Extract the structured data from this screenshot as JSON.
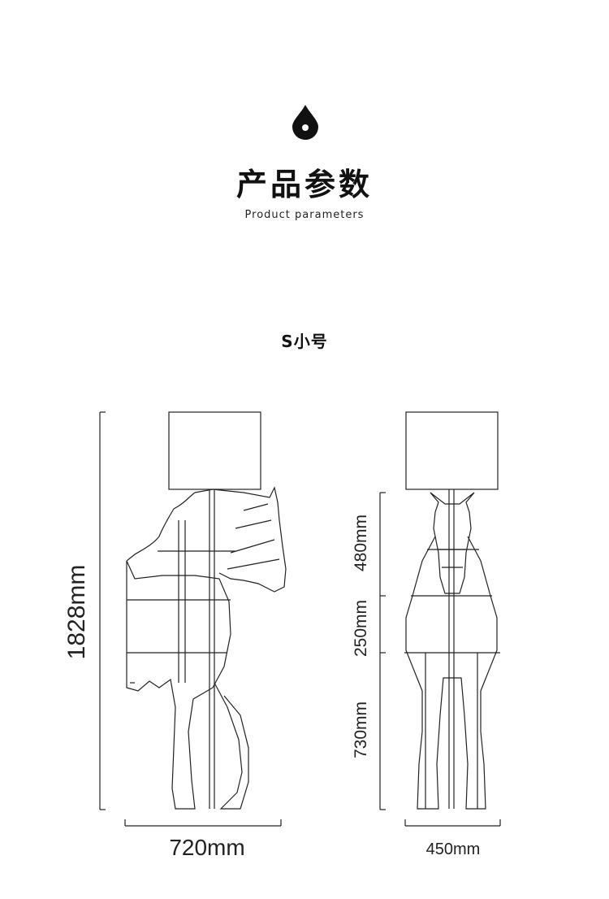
{
  "header": {
    "title_cn": "产品参数",
    "title_en": "Product parameters",
    "icon": "water-drop-icon"
  },
  "variant": {
    "label": "S小号"
  },
  "dimensions": {
    "total_height": "1828mm",
    "side_width": "720mm",
    "front_width": "450mm",
    "upper_height": "480mm",
    "middle_height": "250mm",
    "lower_height": "730mm"
  }
}
